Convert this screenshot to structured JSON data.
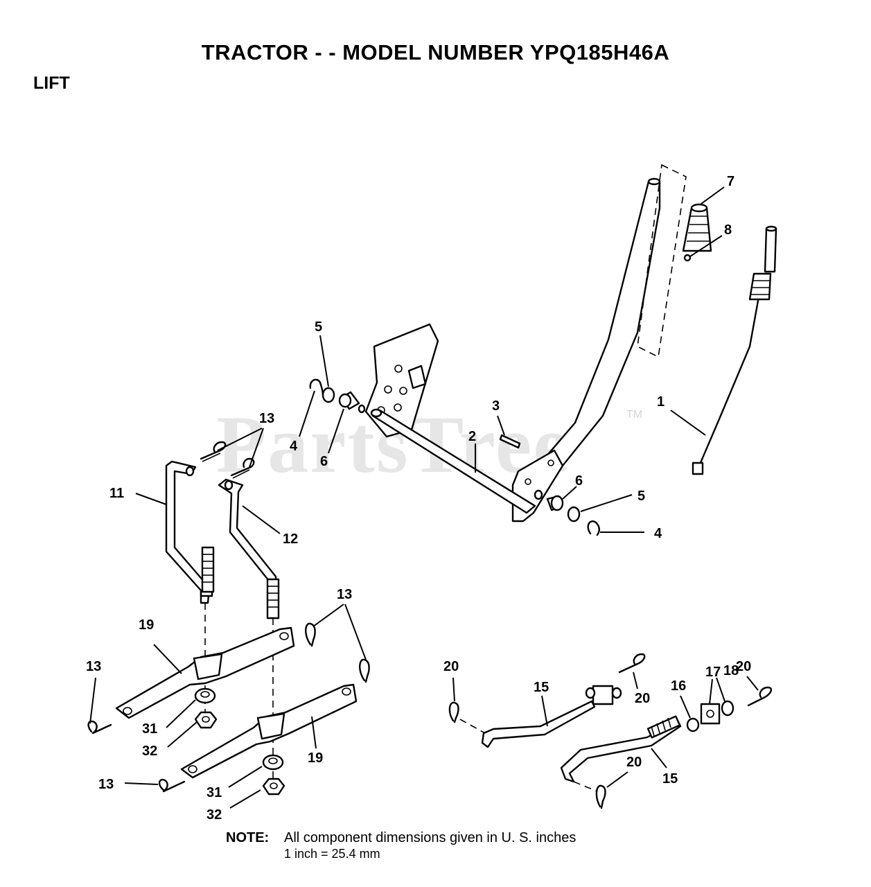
{
  "header": {
    "title": "TRACTOR - - MODEL NUMBER YPQ185H46A",
    "section": "LIFT"
  },
  "watermark": {
    "text": "PartsTree",
    "trademark": "TM"
  },
  "callouts": {
    "c1": "1",
    "c2": "2",
    "c3": "3",
    "c4a": "4",
    "c4b": "4",
    "c5a": "5",
    "c5b": "5",
    "c6a": "6",
    "c6b": "6",
    "c7": "7",
    "c8": "8",
    "c11": "11",
    "c12": "12",
    "c13a": "13",
    "c13b": "13",
    "c13c": "13",
    "c13d": "13",
    "c15a": "15",
    "c15b": "15",
    "c16": "16",
    "c17": "17",
    "c18": "18",
    "c19a": "19",
    "c19b": "19",
    "c20a": "20",
    "c20b": "20",
    "c20c": "20",
    "c20d": "20",
    "c31a": "31",
    "c31b": "31",
    "c32a": "32",
    "c32b": "32"
  },
  "note": {
    "label": "NOTE:",
    "line1": "All component dimensions given in U. S. inches",
    "line2": "1 inch = 25.4 mm"
  }
}
